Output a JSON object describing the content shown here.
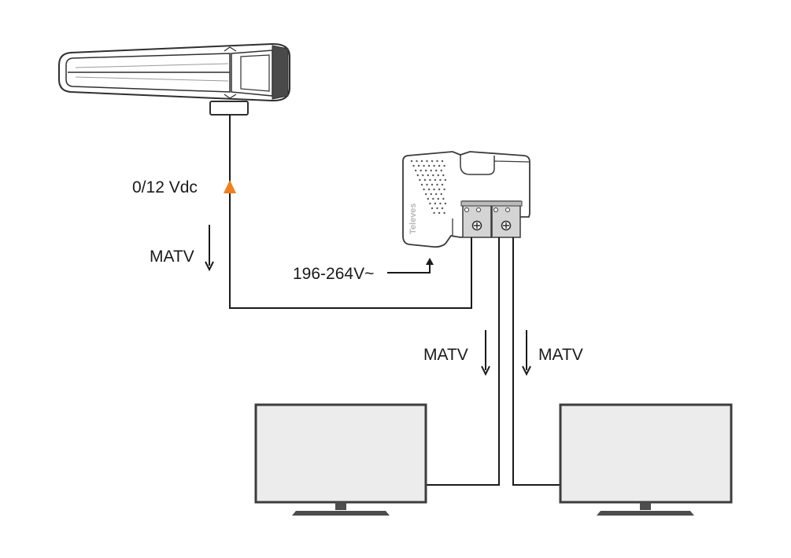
{
  "labels": {
    "dc_feed": "0/12 Vdc",
    "matv_antenna": "MATV",
    "mains": "196-264V~",
    "matv_tv1": "MATV",
    "matv_tv2": "MATV",
    "brand": "Televes"
  },
  "colors": {
    "line": "#1a1a1a",
    "dc_arrow": "#f07f1e",
    "device_outline": "#3a3a3a",
    "screen_fill": "#ececec",
    "screen_frame": "#3d3d3d",
    "stand": "#4d4d4d"
  },
  "icons": {
    "antenna": "antenna-icon",
    "power_supply": "power-supply-icon",
    "tv": "tv-icon"
  }
}
